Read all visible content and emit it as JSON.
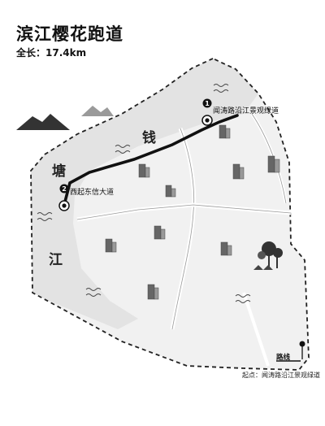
{
  "title": "滨江樱花跑道",
  "subtitle": "全长：17.4km",
  "river_chars": [
    "钱",
    "塘",
    "江"
  ],
  "markers": [
    {
      "num": "1",
      "label": "闻涛路沿江景观绿道"
    },
    {
      "num": "2",
      "label": "西起东信大道"
    }
  ],
  "legend": {
    "route_label": "路线"
  },
  "footer": "起点：闻涛路沿江景观绿道",
  "colors": {
    "land": "#f2f2f2",
    "river": "#e6e6e6",
    "route": "#111111",
    "mountain": "#333333"
  },
  "icons": [
    "building-icon",
    "tree-icon",
    "mountain-icon",
    "wave-icon",
    "marker-pin-icon"
  ]
}
